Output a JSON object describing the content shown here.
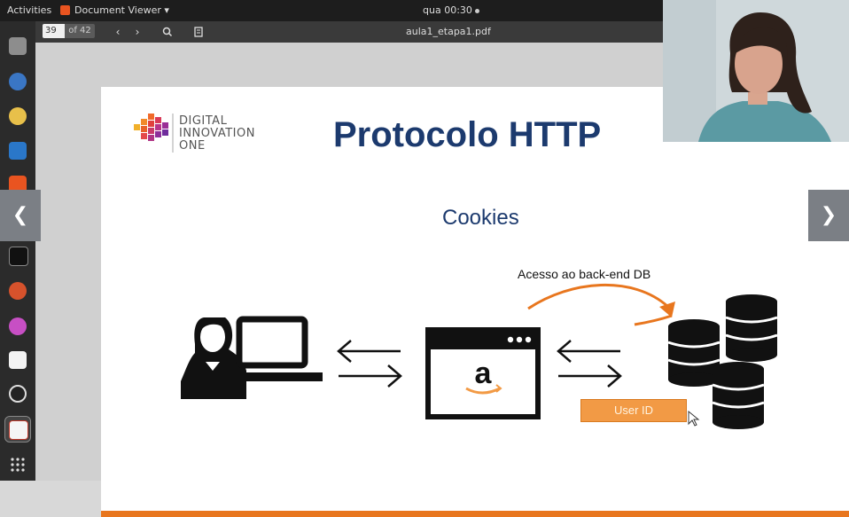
{
  "topbar": {
    "activities": "Activities",
    "app_name": "Document Viewer ▾",
    "clock": "qua 00:30"
  },
  "dock": {
    "icons": [
      "file-manager-icon",
      "thunderbird-icon",
      "rhythmbox-icon",
      "writer-icon",
      "software-center-icon",
      "browser-icon",
      "terminal-icon",
      "settings-icon",
      "color-app-icon",
      "editor-icon",
      "obs-icon",
      "document-viewer-icon",
      "app-grid-icon"
    ]
  },
  "viewer": {
    "page_number": "39",
    "page_total": "of 42",
    "document_title": "aula1_etapa1.pdf"
  },
  "slide": {
    "logo_lines": [
      "DIGITAL",
      "INNOVATION",
      "ONE"
    ],
    "title": "Protocolo HTTP",
    "subtitle": "Cookies",
    "annotation": "Acesso ao back-end DB",
    "user_id_label": "User ID",
    "browser_logo_letter": "a"
  },
  "colors": {
    "title": "#1c3a6e",
    "accent": "#e8761e",
    "user_id_box": "#f29a45"
  }
}
